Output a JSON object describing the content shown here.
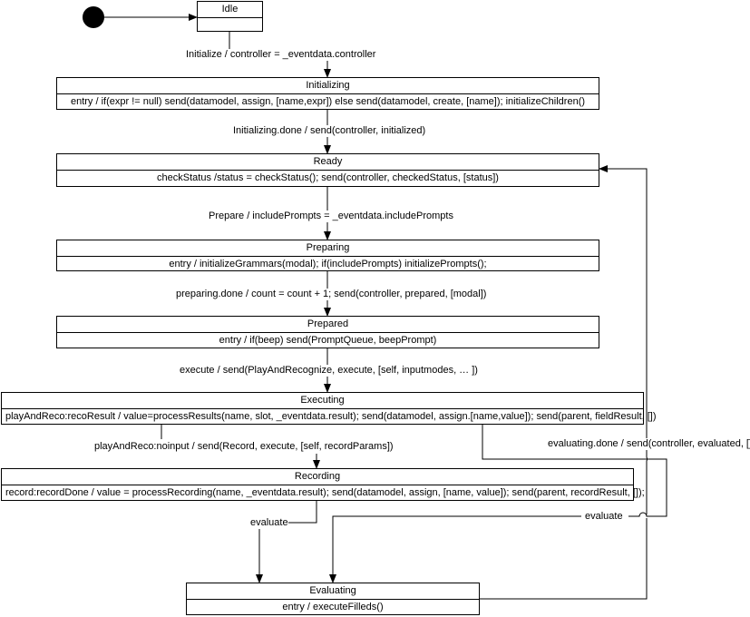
{
  "states": {
    "idle": {
      "name": "Idle"
    },
    "initializing": {
      "name": "Initializing",
      "action": "entry / if(expr != null) send(datamodel, assign, [name,expr]) else send(datamodel, create, [name]); initializeChildren()"
    },
    "ready": {
      "name": "Ready",
      "action": "checkStatus /status = checkStatus(); send(controller, checkedStatus, [status])"
    },
    "preparing": {
      "name": "Preparing",
      "action": "entry / initializeGrammars(modal); if(includePrompts) initializePrompts();"
    },
    "prepared": {
      "name": "Prepared",
      "action": "entry / if(beep) send(PromptQueue, beepPrompt)"
    },
    "executing": {
      "name": "Executing",
      "action": "playAndReco:recoResult / value=processResults(name, slot, _eventdata.result); send(datamodel, assign.[name,value]); send(parent, fieldResult, [])"
    },
    "recording": {
      "name": "Recording",
      "action": "record:recordDone / value = processRecording(name, _eventdata.result); send(datamodel, assign, [name, value]); send(parent, recordResult, []);"
    },
    "evaluating": {
      "name": "Evaluating",
      "action": "entry / executeFilleds()"
    }
  },
  "transitions": {
    "initialize": "Initialize / controller = _eventdata.controller",
    "initializing_done": "Initializing.done / send(controller, initialized)",
    "prepare": "Prepare / includePrompts = _eventdata.includePrompts",
    "preparing_done": "preparing.done / count = count + 1; send(controller, prepared, [modal])",
    "execute": "execute / send(PlayAndRecognize, execute, [self, inputmodes, … ])",
    "noinput": "playAndReco:noinput / send(Record, execute, [self, recordParams])",
    "evaluate_recording": "evaluate",
    "evaluate_executing": "evaluate",
    "evaluating_done": "evaluating.done / send(controller, evaluated, [])"
  }
}
